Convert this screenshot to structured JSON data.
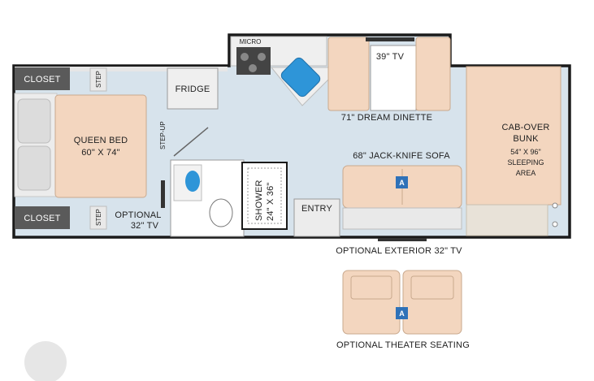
{
  "labels": {
    "closet_top": "CLOSET",
    "closet_bottom": "CLOSET",
    "step_top": "STEP",
    "step_bottom": "STEP",
    "queen_bed_line1": "QUEEN BED",
    "queen_bed_line2": "60\" X 74\"",
    "fridge": "FRIDGE",
    "step_up": "STEP-UP",
    "micro": "MICRO",
    "tv_39": "39\" TV",
    "dream_dinette": "71\" DREAM DINETTE",
    "cabover_line1": "CAB-OVER",
    "cabover_line2": "BUNK",
    "cabover_line3": "54\" X 96\"",
    "cabover_line4": "SLEEPING",
    "cabover_line5": "AREA",
    "jackknife_sofa": "68\" JACK-KNIFE SOFA",
    "shower_line1": "SHOWER",
    "shower_line2": "24\" X 36\"",
    "entry": "ENTRY",
    "optional_tv_line1": "OPTIONAL",
    "optional_tv_line2": "32\" TV",
    "optional_exterior_tv": "OPTIONAL EXTERIOR 32\" TV",
    "theater_seating": "OPTIONAL THEATER SEATING",
    "badge_sofa": "A",
    "badge_theater": "A"
  },
  "colors": {
    "floor": "#d7e3ec",
    "wall": "#1a1a1a",
    "bed": "#f3d6bf",
    "closet": "#5a5a5a",
    "cabinet": "#f2f2f2",
    "badge": "#2f72b8",
    "sink": "#2e95d8"
  }
}
